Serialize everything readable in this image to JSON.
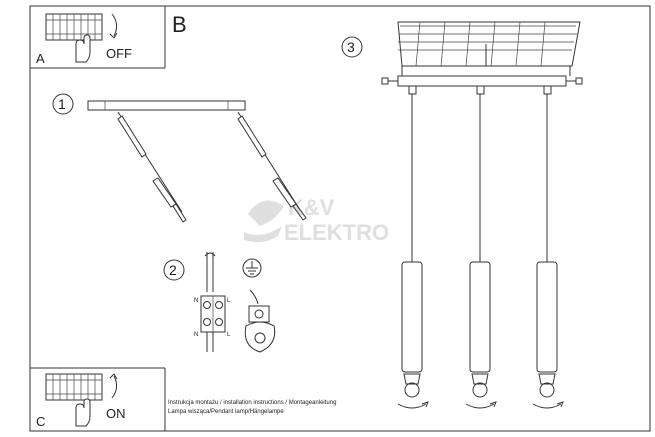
{
  "panels": {
    "a": {
      "letter": "A",
      "action": "OFF"
    },
    "b": {
      "letter": "B"
    },
    "c": {
      "letter": "C",
      "action": "ON"
    }
  },
  "steps": {
    "one": "1",
    "two": "2",
    "three": "3"
  },
  "terminal": {
    "n_top": "N",
    "l_top": "L",
    "n_bottom": "N",
    "l_bottom": "L"
  },
  "watermark": {
    "line1": "K&V",
    "line2": "ELEKTRO"
  },
  "caption": {
    "line1": "Instrukcja montażu / installation instructions / Montageanleitung",
    "line2": "Lampa wisząca/Pendant lamp/Hängelampe"
  },
  "colors": {
    "line": "#333333",
    "watermark": "#dcdcdc",
    "background": "#ffffff"
  },
  "icons": [
    "switch-off-icon",
    "switch-on-icon",
    "ground-symbol-icon"
  ]
}
